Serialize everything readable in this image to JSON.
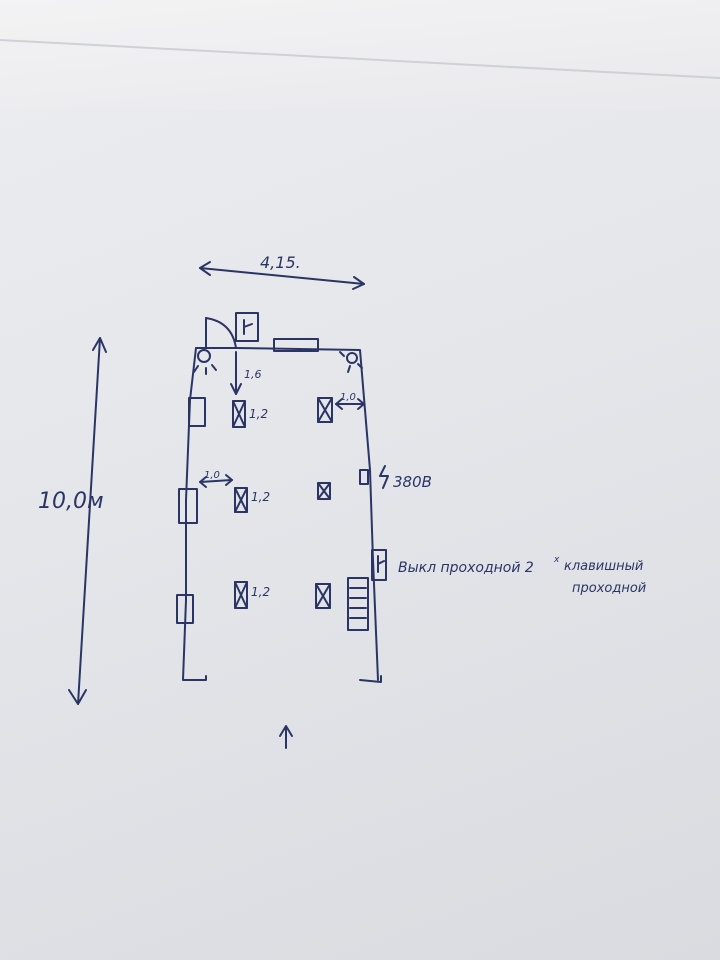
{
  "plan": {
    "width_label": "4,15.",
    "length_label": "10,0м",
    "door_gap_label": "1,6",
    "right_gap_label": "1,0",
    "left_gap_label": "1,0",
    "light_labels": [
      "1,2",
      "1,2",
      "1,2"
    ],
    "socket_label": "380В",
    "switch_note_line1": "Выкл проходной 2",
    "switch_note_sup": "х",
    "switch_note_line1b": "клавишный",
    "switch_note_line2": "проходной"
  },
  "colors": {
    "ink": "#2a3566",
    "paper": "#e6e7eb"
  }
}
